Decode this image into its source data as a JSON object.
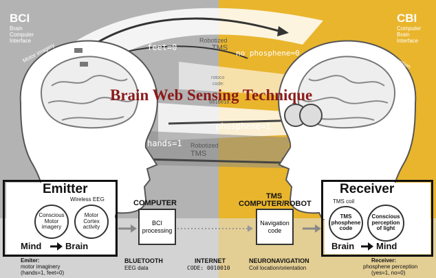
{
  "title": "Brain Web Sensing Technique",
  "bci": {
    "acronym": "BCI",
    "full": [
      "Brain",
      "Computer",
      "Interface"
    ],
    "motor_label": "Motor imagery"
  },
  "cbi": {
    "acronym": "CBI",
    "full": [
      "Computer",
      "Brain",
      "Interface"
    ],
    "light_label": "Light perception"
  },
  "arrows": {
    "feet": "feet=0",
    "robotized_top": [
      "Robotized",
      "TMS"
    ],
    "no_phosphene": "no phosphene=0",
    "code_partial": [
      "rotoco",
      "code:",
      "0010010."
    ],
    "phosphene": "phosphene=1",
    "hands": "hands=1",
    "robotized_bottom": [
      "Robotized",
      "TMS"
    ]
  },
  "emitter": {
    "title": "Emitter",
    "wireless": "Wireless EEG",
    "circle_left": [
      "Conscious",
      "Motor",
      "imagery"
    ],
    "circle_right": [
      "Motor",
      "Cortex",
      "activity"
    ],
    "mind": "Mind",
    "brain": "Brain",
    "foot": [
      "Emiter:",
      "motor imaginery",
      "(hands=1, feet=0)"
    ]
  },
  "computer": {
    "title": "COMPUTER",
    "box": [
      "BCI",
      "processing"
    ],
    "foot": [
      "BLUETOOTH",
      "EEG data"
    ]
  },
  "internet": {
    "title": "INTERNET",
    "code": "CODE: 0010010"
  },
  "tms": {
    "title": [
      "TMS",
      "COMPUTER/ROBOT"
    ],
    "box": [
      "Navigation",
      "code"
    ],
    "foot": [
      "NEURONAVIGATION",
      "Coil location/orientation"
    ]
  },
  "receiver": {
    "title": "Receiver",
    "coil": "TMS coil",
    "circle_left": [
      "TMS",
      "phosphene",
      "code"
    ],
    "circle_right": [
      "Conscious",
      "perception",
      "of light"
    ],
    "brain": "Brain",
    "mind": "Mind",
    "foot": [
      "Receiver:",
      "phosphene perception",
      "(yes=1, no=0)"
    ]
  },
  "colors": {
    "gold": "#e8b22a",
    "grey": "#b5b5b5",
    "title_red": "#8b1a1a"
  }
}
